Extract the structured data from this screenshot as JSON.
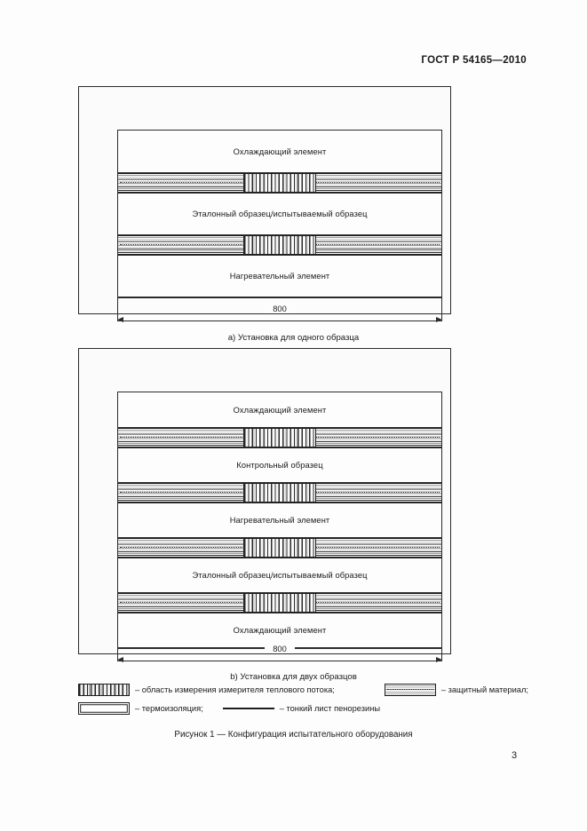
{
  "document": {
    "header": "ГОСТ Р 54165—2010",
    "page_number": "3",
    "figure_title": "Рисунок 1 — Конфигурация испытательного оборудования"
  },
  "figure_a": {
    "caption": "a) Установка для одного образца",
    "dimension": "800",
    "blocks": [
      {
        "label": "Охлаждающий элемент"
      },
      {
        "label": "Эталонный образец/испытываемый образец"
      },
      {
        "label": "Нагревательный элемент"
      }
    ]
  },
  "figure_b": {
    "caption": "b) Установка для двух образцов",
    "dimension": "800",
    "blocks": [
      {
        "label": "Охлаждающий элемент"
      },
      {
        "label": "Контрольный образец"
      },
      {
        "label": "Нагревательный элемент"
      },
      {
        "label": "Эталонный образец/испытываемый образец"
      },
      {
        "label": "Охлаждающий элемент"
      }
    ]
  },
  "legend": {
    "items": [
      {
        "swatch": "measurement-area-swatch",
        "text": "– область измерения измерителя теплового потока;"
      },
      {
        "swatch": "protective-material-swatch",
        "text": "– защитный материал;"
      },
      {
        "swatch": "thermal-insulation-swatch",
        "text": "– термоизоляция;"
      },
      {
        "swatch": "thin-foam-rubber-line-swatch",
        "text": "– тонкий лист пенорезины"
      }
    ]
  },
  "colors": {
    "page_background": "#fdfdfd",
    "ink": "#1e1e1e",
    "frame": "#2b2b2b",
    "measurement_fill": "#8e8e8e"
  }
}
